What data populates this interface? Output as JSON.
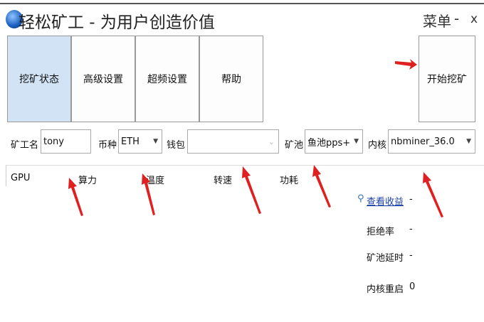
{
  "window": {
    "title": "轻松矿工 - 为用户创造价值",
    "menu_label": "菜单",
    "minimize_label": "-",
    "close_label": "x"
  },
  "tabs": [
    {
      "label": "挖矿状态",
      "selected": true
    },
    {
      "label": "高级设置"
    },
    {
      "label": "超频设置"
    },
    {
      "label": "帮助"
    }
  ],
  "start_button": "开始挖矿",
  "form": {
    "worker_label": "矿工名",
    "worker_value": "tony",
    "coin_label": "币种",
    "coin_value": "ETH",
    "wallet_label": "钱包",
    "wallet_value": "",
    "pool_label": "矿池",
    "pool_value": "鱼池pps+",
    "kernel_label": "内核",
    "kernel_value": "nbminer_36.0"
  },
  "table_headers": [
    "GPU",
    "算力",
    "温度",
    "转速",
    "功耗"
  ],
  "stats": {
    "earnings_link": "查看收益",
    "earnings_value": "-",
    "reject_label": "拒绝率",
    "reject_value": "-",
    "latency_label": "矿池延时",
    "latency_value": "-",
    "restart_label": "内核重启",
    "restart_value": "0"
  },
  "colors": {
    "selected_tab": "#d2e3f6",
    "arrow": "#e02020",
    "link": "#1a3fa8"
  }
}
